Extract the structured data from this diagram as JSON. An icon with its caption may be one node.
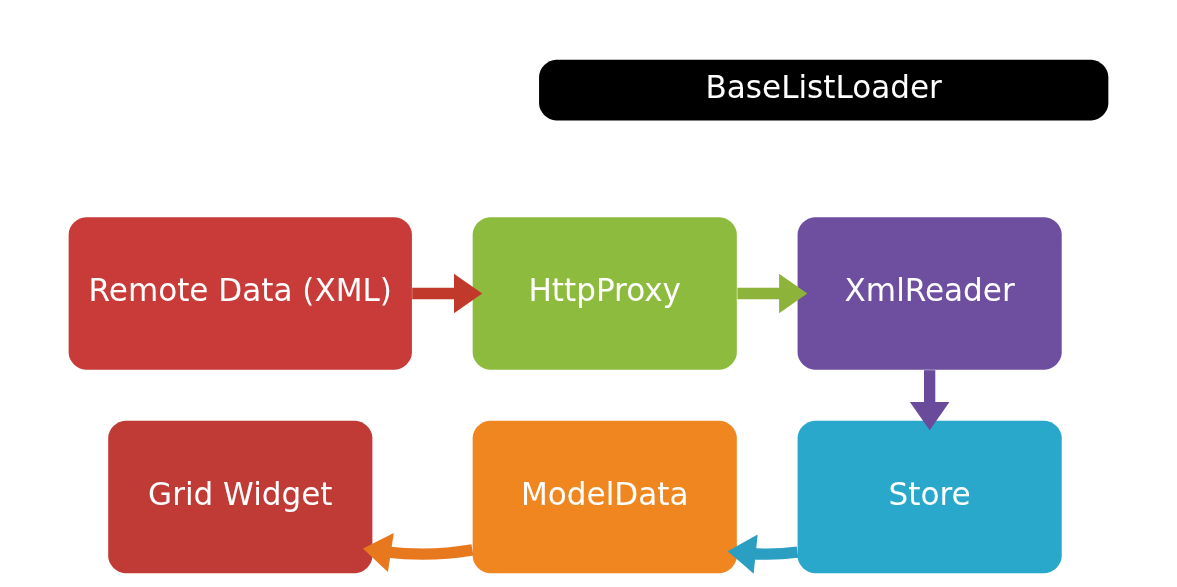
{
  "diagram": {
    "nodes": [
      {
        "text": [
          "BaseListLoader"
        ]
      },
      {
        "text": [
          "Remote Data (XML)"
        ]
      },
      {
        "text": [
          "HttpProxy"
        ]
      },
      {
        "text": [
          "XmlReader"
        ]
      },
      {
        "text": [
          "Grid Widget"
        ]
      },
      {
        "text": [
          "ModelData"
        ]
      },
      {
        "text": [
          "Store"
        ]
      }
    ],
    "edges": [
      {
        "from": 1,
        "to": 2,
        "arrow": "to",
        "color": "#c0392b"
      },
      {
        "from": 2,
        "to": 3,
        "arrow": "to",
        "color": "#8db33a"
      },
      {
        "from": 3,
        "to": 6,
        "arrow": "to",
        "color": "#6a4a9a"
      },
      {
        "from": 6,
        "to": 5,
        "arrow": "to",
        "color": "#2a9fc2"
      },
      {
        "from": 5,
        "to": 4,
        "arrow": "to",
        "color": "#e8781e"
      }
    ]
  }
}
